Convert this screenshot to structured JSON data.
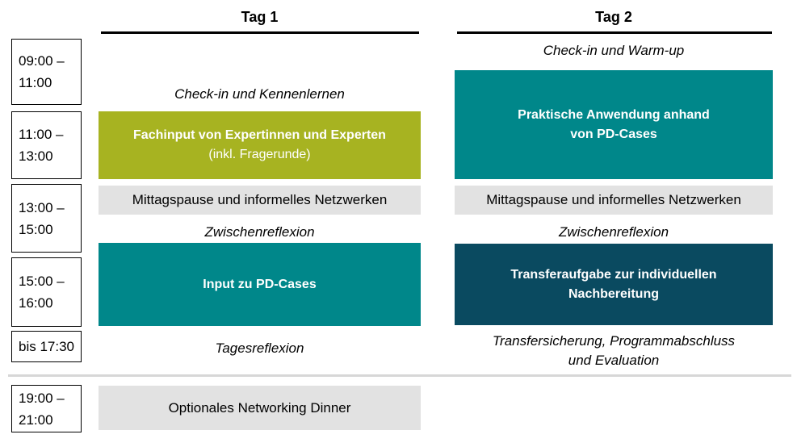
{
  "time_column": {
    "slots": [
      {
        "label": "09:00 –\n11:00"
      },
      {
        "label": "11:00 –\n13:00"
      },
      {
        "label": "13:00 –\n15:00"
      },
      {
        "label": "15:00 –\n16:00"
      },
      {
        "label": "bis 17:30"
      },
      {
        "label": "19:00 –\n21:00"
      }
    ]
  },
  "day1": {
    "title": "Tag 1",
    "checkin": "Check-in und Kennenlernen",
    "expert_input": {
      "title": "Fachinput von Expertinnen und Experten",
      "subtitle": "(inkl. Fragerunde)"
    },
    "lunch": "Mittagspause und informelles Netzwerken",
    "interim_reflection": "Zwischenreflexion",
    "pd_cases_input": "Input zu PD-Cases",
    "day_reflection": "Tagesreflexion",
    "dinner": "Optionales Networking Dinner"
  },
  "day2": {
    "title": "Tag 2",
    "checkin": "Check-in und Warm-up",
    "practical_application": "Praktische Anwendung anhand\nvon PD-Cases",
    "lunch": "Mittagspause und informelles Netzwerken",
    "interim_reflection": "Zwischenreflexion",
    "transfer_task": "Transferaufgabe zur individuellen\nNachbereitung",
    "closing": "Transfersicherung, Programmabschluss\nund Evaluation"
  },
  "colors": {
    "green": "#A7B321",
    "teal": "#00878A",
    "dark_blue": "#0A4A60",
    "gray_block": "#E2E2E2",
    "divider": "#D7D7D7",
    "text": "#000000",
    "block_text": "#FFFFFF"
  }
}
